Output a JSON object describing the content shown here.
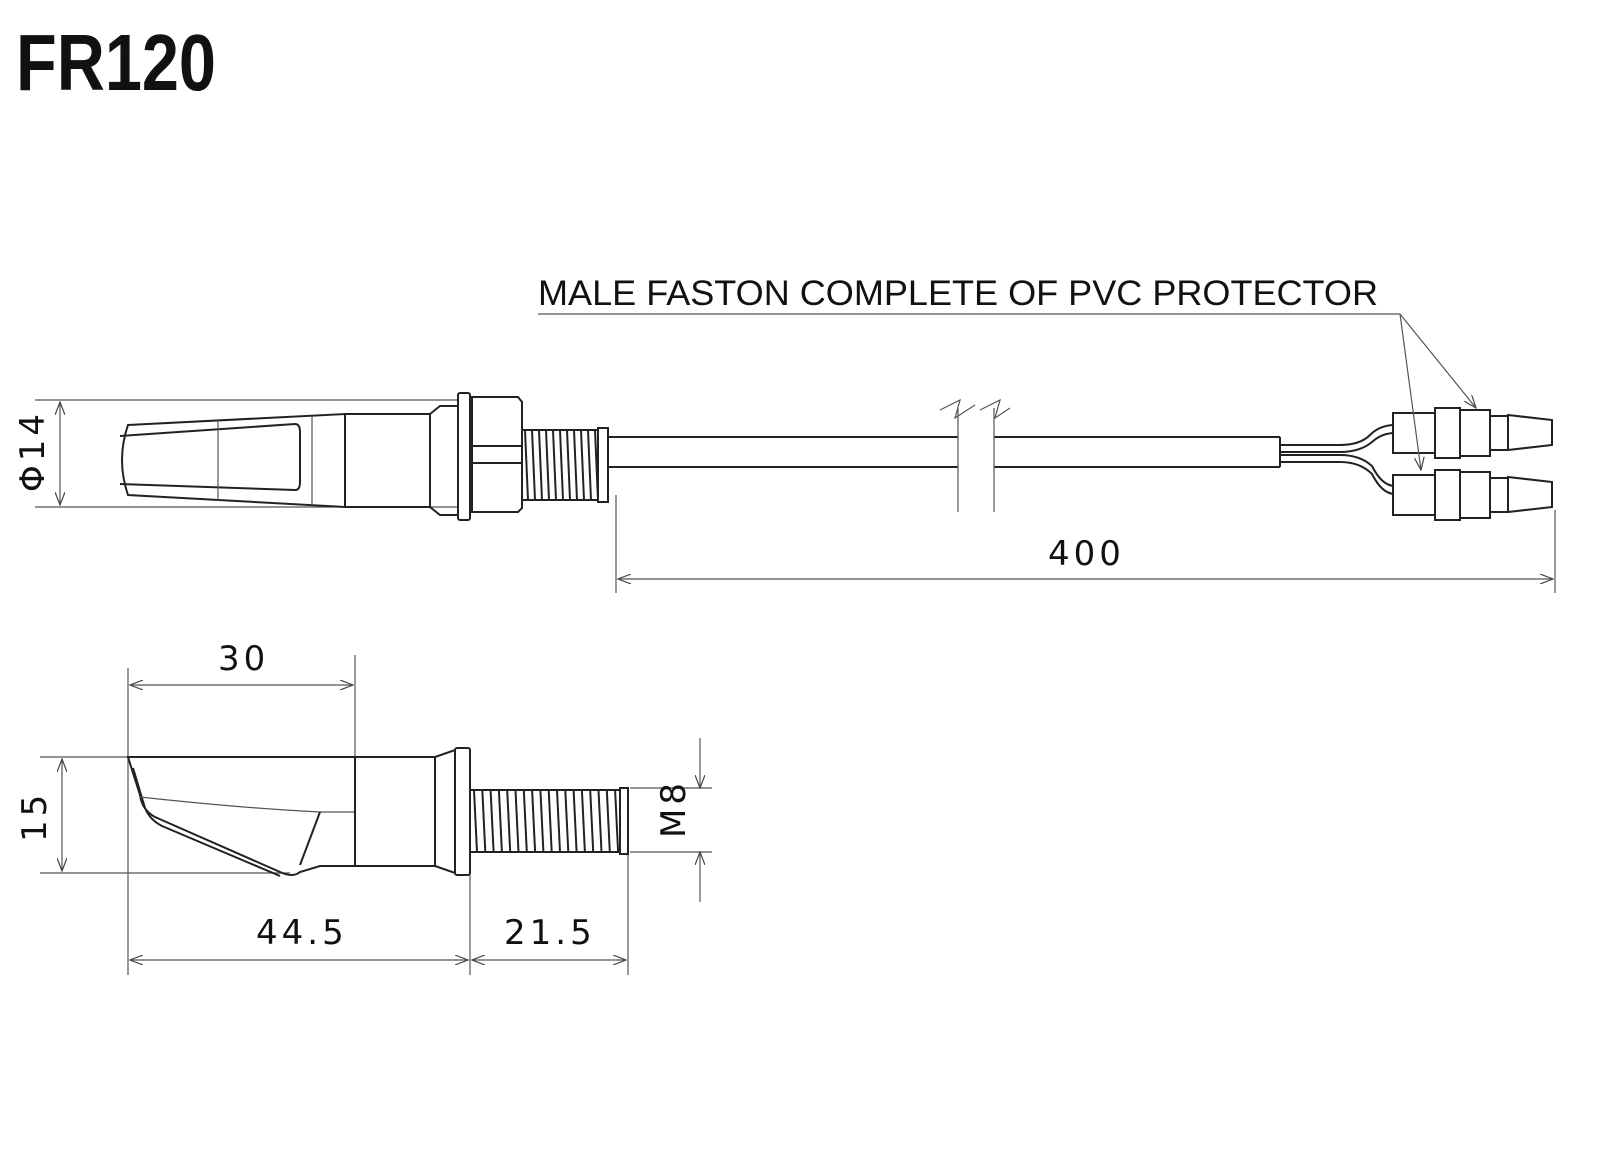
{
  "title": "FR120",
  "callout": "MALE FASTON COMPLETE OF PVC PROTECTOR",
  "dimensions": {
    "diameter": "Φ14",
    "cable_length": "400",
    "lens_length": "30",
    "height": "15",
    "body_length": "44.5",
    "thread_length": "21.5",
    "thread": "M8"
  }
}
